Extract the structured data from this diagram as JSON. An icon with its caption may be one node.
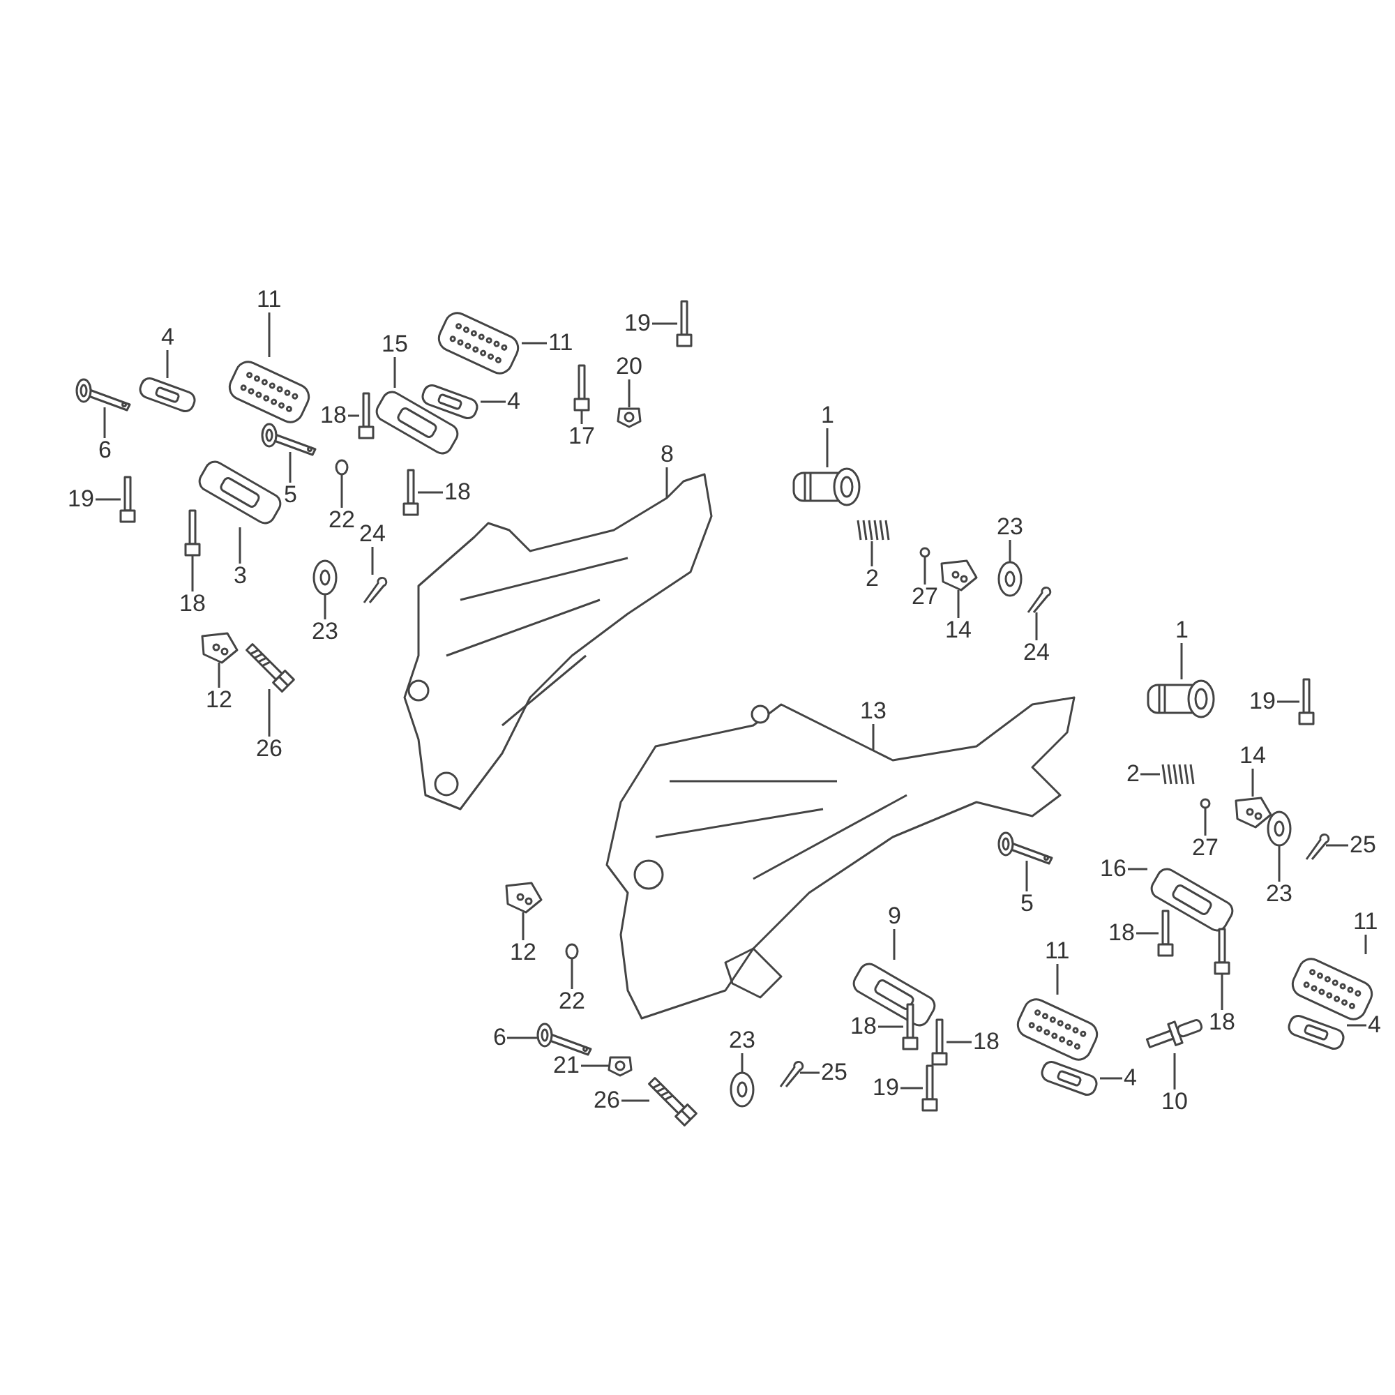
{
  "diagram": {
    "nodes": [
      {
        "text": [
          "11"
        ]
      },
      {
        "text": [
          "4"
        ]
      },
      {
        "text": [
          "11"
        ]
      },
      {
        "text": [
          "19"
        ]
      },
      {
        "text": [
          "15"
        ]
      },
      {
        "text": [
          "4"
        ]
      },
      {
        "text": [
          "6"
        ]
      },
      {
        "text": [
          "18"
        ]
      },
      {
        "text": [
          "20"
        ]
      },
      {
        "text": [
          "17"
        ]
      },
      {
        "text": [
          "1"
        ]
      },
      {
        "text": [
          "8"
        ]
      },
      {
        "text": [
          "5"
        ]
      },
      {
        "text": [
          "18"
        ]
      },
      {
        "text": [
          "22"
        ]
      },
      {
        "text": [
          "19"
        ]
      },
      {
        "text": [
          "3"
        ]
      },
      {
        "text": [
          "24"
        ]
      },
      {
        "text": [
          "23"
        ]
      },
      {
        "text": [
          "2"
        ]
      },
      {
        "text": [
          "27"
        ]
      },
      {
        "text": [
          "18"
        ]
      },
      {
        "text": [
          "23"
        ]
      },
      {
        "text": [
          "14"
        ]
      },
      {
        "text": [
          "24"
        ]
      },
      {
        "text": [
          "1"
        ]
      },
      {
        "text": [
          "12"
        ]
      },
      {
        "text": [
          "26"
        ]
      },
      {
        "text": [
          "19"
        ]
      },
      {
        "text": [
          "13"
        ]
      },
      {
        "text": [
          "2"
        ]
      },
      {
        "text": [
          "14"
        ]
      },
      {
        "text": [
          "27"
        ]
      },
      {
        "text": [
          "25"
        ]
      },
      {
        "text": [
          "5"
        ]
      },
      {
        "text": [
          "16"
        ]
      },
      {
        "text": [
          "23"
        ]
      },
      {
        "text": [
          "12"
        ]
      },
      {
        "text": [
          "9"
        ]
      },
      {
        "text": [
          "18"
        ]
      },
      {
        "text": [
          "11"
        ]
      },
      {
        "text": [
          "11"
        ]
      },
      {
        "text": [
          "22"
        ]
      },
      {
        "text": [
          "18"
        ]
      },
      {
        "text": [
          "4"
        ]
      },
      {
        "text": [
          "6"
        ]
      },
      {
        "text": [
          "18"
        ]
      },
      {
        "text": [
          "18"
        ]
      },
      {
        "text": [
          "21"
        ]
      },
      {
        "text": [
          "23"
        ]
      },
      {
        "text": [
          "25"
        ]
      },
      {
        "text": [
          "4"
        ]
      },
      {
        "text": [
          "26"
        ]
      },
      {
        "text": [
          "19"
        ]
      },
      {
        "text": [
          "10"
        ]
      },
      {
        "text": [],
        "shape": "picture"
      },
      {
        "text": [],
        "shape": "picture"
      },
      {
        "text": [],
        "shape": "picture"
      },
      {
        "text": [],
        "shape": "picture"
      },
      {
        "text": [],
        "shape": "picture"
      },
      {
        "text": [],
        "shape": "picture"
      },
      {
        "text": [],
        "shape": "picture"
      },
      {
        "text": [],
        "shape": "picture"
      },
      {
        "text": [],
        "shape": "picture"
      },
      {
        "text": [],
        "shape": "picture"
      },
      {
        "text": [],
        "shape": "picture"
      },
      {
        "text": [],
        "shape": "picture"
      },
      {
        "text": [],
        "shape": "picture"
      },
      {
        "text": [],
        "shape": "picture"
      },
      {
        "text": [],
        "shape": "picture"
      },
      {
        "text": [],
        "shape": "picture"
      },
      {
        "text": [],
        "shape": "picture"
      },
      {
        "text": [],
        "shape": "picture"
      },
      {
        "text": [],
        "shape": "picture"
      },
      {
        "text": [],
        "shape": "picture"
      },
      {
        "text": [],
        "shape": "picture"
      },
      {
        "text": [],
        "shape": "picture"
      },
      {
        "text": [],
        "shape": "picture"
      },
      {
        "text": [],
        "shape": "picture"
      },
      {
        "text": [],
        "shape": "picture"
      },
      {
        "text": [],
        "shape": "picture"
      },
      {
        "text": [],
        "shape": "picture"
      },
      {
        "text": [],
        "shape": "picture"
      },
      {
        "text": [],
        "shape": "picture"
      },
      {
        "text": [],
        "shape": "picture"
      },
      {
        "text": [],
        "shape": "picture"
      },
      {
        "text": [],
        "shape": "picture"
      },
      {
        "text": [],
        "shape": "picture"
      },
      {
        "text": [],
        "shape": "picture"
      },
      {
        "text": [],
        "shape": "picture"
      },
      {
        "text": [],
        "shape": "picture"
      },
      {
        "text": [],
        "shape": "picture"
      },
      {
        "text": [],
        "shape": "picture"
      },
      {
        "text": [],
        "shape": "picture"
      },
      {
        "text": [],
        "shape": "picture"
      },
      {
        "text": [],
        "shape": "picture"
      },
      {
        "text": [],
        "shape": "picture"
      },
      {
        "text": [],
        "shape": "picture"
      },
      {
        "text": [],
        "shape": "picture"
      },
      {
        "text": [],
        "shape": "picture"
      },
      {
        "text": [],
        "shape": "picture"
      },
      {
        "text": [],
        "shape": "picture"
      },
      {
        "text": [],
        "shape": "picture"
      },
      {
        "text": [],
        "shape": "picture"
      },
      {
        "text": [],
        "shape": "picture"
      },
      {
        "text": [],
        "shape": "picture"
      },
      {
        "text": [],
        "shape": "picture"
      },
      {
        "text": [],
        "shape": "picture"
      },
      {
        "text": [],
        "shape": "picture"
      },
      {
        "text": [],
        "shape": "picture"
      }
    ],
    "edges": [
      {
        "from": 0,
        "to": 55,
        "arrow": "none"
      },
      {
        "from": 1,
        "to": 56,
        "arrow": "none"
      },
      {
        "from": 2,
        "to": 57,
        "arrow": "none"
      },
      {
        "from": 3,
        "to": 58,
        "arrow": "none"
      },
      {
        "from": 4,
        "to": 59,
        "arrow": "none"
      },
      {
        "from": 5,
        "to": 60,
        "arrow": "none"
      },
      {
        "from": 6,
        "to": 61,
        "arrow": "none"
      },
      {
        "from": 7,
        "to": 62,
        "arrow": "none"
      },
      {
        "from": 8,
        "to": 63,
        "arrow": "none"
      },
      {
        "from": 9,
        "to": 64,
        "arrow": "none"
      },
      {
        "from": 10,
        "to": 65,
        "arrow": "none"
      },
      {
        "from": 11,
        "to": 66,
        "arrow": "none"
      },
      {
        "from": 12,
        "to": 67,
        "arrow": "none"
      },
      {
        "from": 13,
        "to": 68,
        "arrow": "none"
      },
      {
        "from": 14,
        "to": 69,
        "arrow": "none"
      },
      {
        "from": 15,
        "to": 70,
        "arrow": "none"
      },
      {
        "from": 16,
        "to": 71,
        "arrow": "none"
      },
      {
        "from": 17,
        "to": 72,
        "arrow": "none"
      },
      {
        "from": 18,
        "to": 73,
        "arrow": "none"
      },
      {
        "from": 19,
        "to": 74,
        "arrow": "none"
      },
      {
        "from": 20,
        "to": 75,
        "arrow": "none"
      },
      {
        "from": 21,
        "to": 76,
        "arrow": "none"
      },
      {
        "from": 22,
        "to": 77,
        "arrow": "none"
      },
      {
        "from": 23,
        "to": 78,
        "arrow": "none"
      },
      {
        "from": 24,
        "to": 79,
        "arrow": "none"
      },
      {
        "from": 25,
        "to": 80,
        "arrow": "none"
      },
      {
        "from": 26,
        "to": 81,
        "arrow": "none"
      },
      {
        "from": 27,
        "to": 82,
        "arrow": "none"
      },
      {
        "from": 28,
        "to": 83,
        "arrow": "none"
      },
      {
        "from": 29,
        "to": 84,
        "arrow": "none"
      },
      {
        "from": 30,
        "to": 85,
        "arrow": "none"
      },
      {
        "from": 31,
        "to": 86,
        "arrow": "none"
      },
      {
        "from": 32,
        "to": 87,
        "arrow": "none"
      },
      {
        "from": 33,
        "to": 88,
        "arrow": "none"
      },
      {
        "from": 34,
        "to": 89,
        "arrow": "none"
      },
      {
        "from": 35,
        "to": 90,
        "arrow": "none"
      },
      {
        "from": 36,
        "to": 91,
        "arrow": "none"
      },
      {
        "from": 37,
        "to": 92,
        "arrow": "none"
      },
      {
        "from": 38,
        "to": 93,
        "arrow": "none"
      },
      {
        "from": 39,
        "to": 94,
        "arrow": "none"
      },
      {
        "from": 40,
        "to": 95,
        "arrow": "none"
      },
      {
        "from": 41,
        "to": 96,
        "arrow": "none"
      },
      {
        "from": 42,
        "to": 97,
        "arrow": "none"
      },
      {
        "from": 43,
        "to": 98,
        "arrow": "none"
      },
      {
        "from": 44,
        "to": 99,
        "arrow": "none"
      },
      {
        "from": 45,
        "to": 100,
        "arrow": "none"
      },
      {
        "from": 46,
        "to": 101,
        "arrow": "none"
      },
      {
        "from": 47,
        "to": 102,
        "arrow": "none"
      },
      {
        "from": 48,
        "to": 103,
        "arrow": "none"
      },
      {
        "from": 49,
        "to": 104,
        "arrow": "none"
      },
      {
        "from": 50,
        "to": 105,
        "arrow": "none"
      },
      {
        "from": 51,
        "to": 106,
        "arrow": "none"
      },
      {
        "from": 52,
        "to": 107,
        "arrow": "none"
      },
      {
        "from": 53,
        "to": 108,
        "arrow": "none"
      },
      {
        "from": 54,
        "to": 109,
        "arrow": "none"
      }
    ]
  }
}
